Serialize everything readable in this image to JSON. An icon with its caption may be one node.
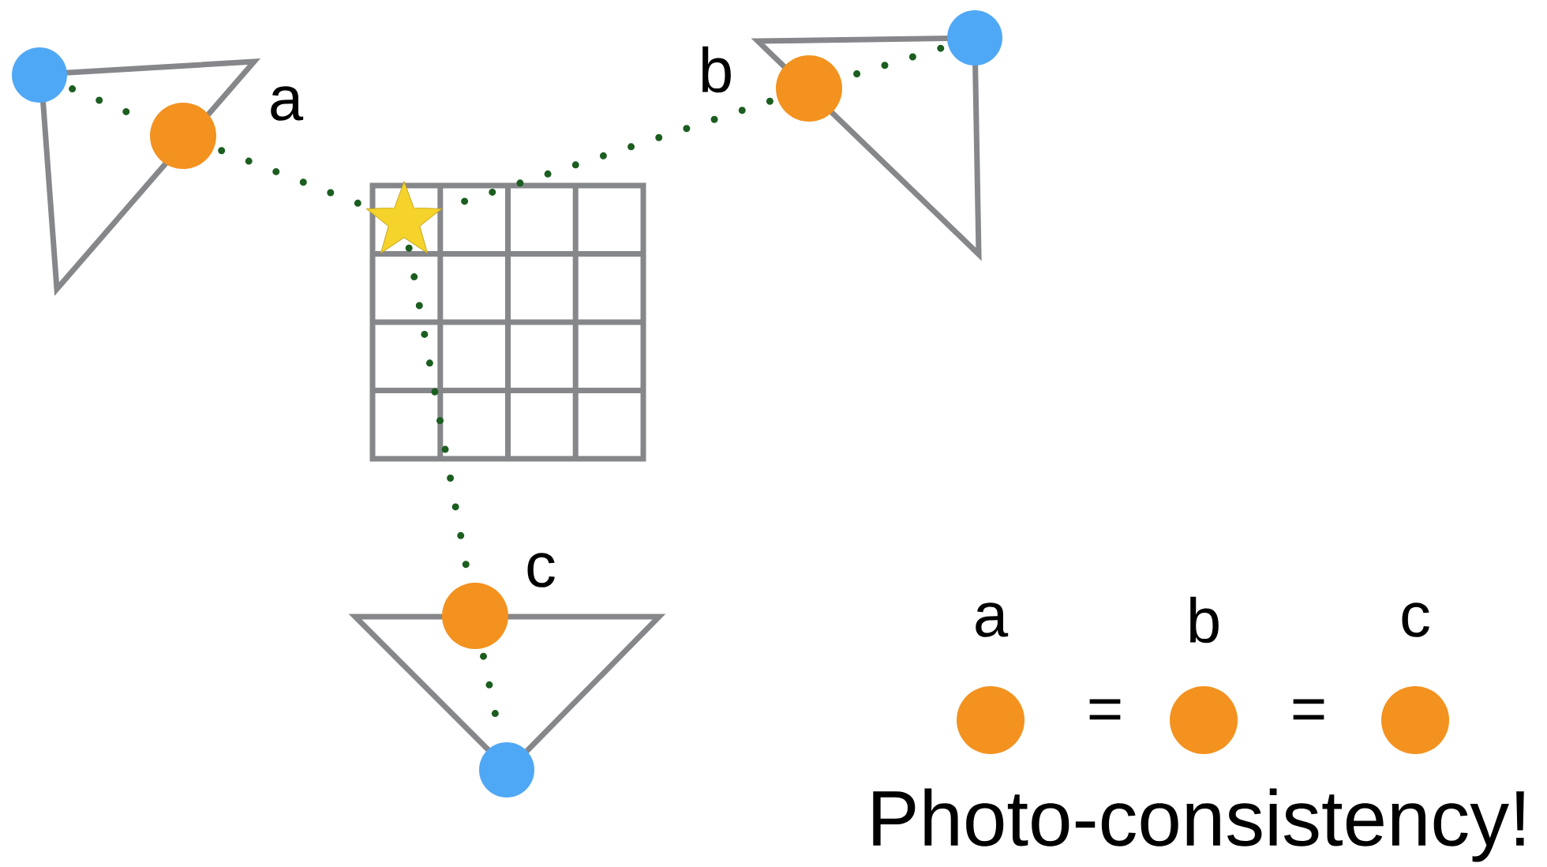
{
  "diagram": {
    "nodes": [
      {
        "text": [],
        "shape": "circle"
      },
      {
        "text": [],
        "shape": "circle"
      },
      {
        "text": [],
        "shape": "circle"
      },
      {
        "text": [],
        "shape": "circle"
      },
      {
        "text": [],
        "shape": "star"
      },
      {
        "text": [],
        "shape": "circle"
      },
      {
        "text": [],
        "shape": "circle"
      },
      {
        "text": [],
        "shape": "circle"
      },
      {
        "text": [],
        "shape": "circle"
      },
      {
        "text": [],
        "shape": "circle"
      }
    ],
    "edges": [
      {
        "from": 0,
        "to": 1,
        "arrow": "none"
      },
      {
        "from": 1,
        "to": 4,
        "arrow": "none"
      },
      {
        "from": 2,
        "to": 3,
        "arrow": "none"
      },
      {
        "from": 3,
        "to": 4,
        "arrow": "none"
      },
      {
        "from": 4,
        "to": 5,
        "arrow": "none"
      },
      {
        "from": 5,
        "to": 6,
        "arrow": "none"
      }
    ],
    "labels": [
      "b",
      "a",
      "c",
      "a",
      "b",
      "c",
      "=",
      "=",
      "Photo-consistency!"
    ]
  }
}
